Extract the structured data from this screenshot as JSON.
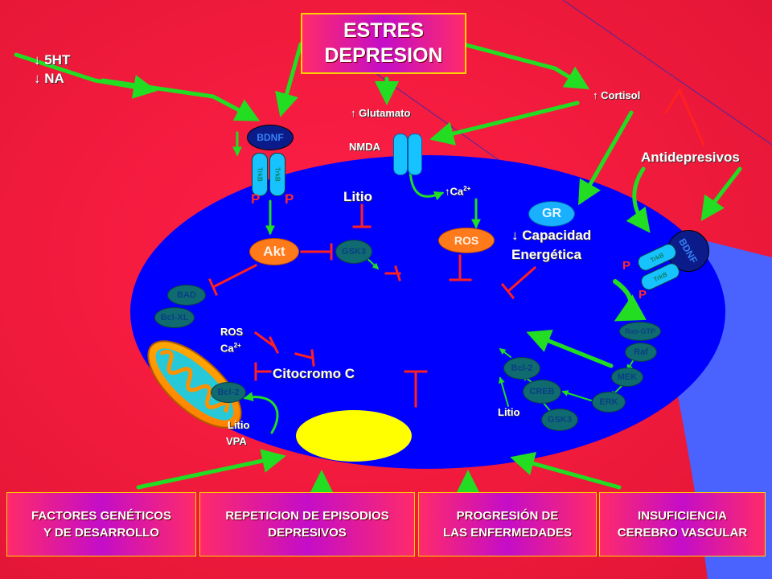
{
  "title": {
    "line1": "ESTRES",
    "line2": "DEPRESION"
  },
  "neuro": {
    "ht": "↓ 5HT",
    "na": "↓ NA"
  },
  "glutamato": "↑ Glutamato",
  "nmda": "NMDA",
  "cortisol": "↑ Cortisol",
  "antidepresivos": "Antidepresivos",
  "left_receptor": {
    "bdnf": "BDNF",
    "trk1": "TrkB",
    "trk2": "TrkB",
    "p1": "P",
    "p2": "P"
  },
  "right_receptor": {
    "bdnf": "BDNF",
    "trk1": "TrkB",
    "trk2": "TrkB",
    "p1": "P",
    "p2": "P"
  },
  "litio_top": "Litio",
  "ca_top": {
    "base": "Ca",
    "sup": "2+",
    "prefix": "↑"
  },
  "gr": "GR",
  "capacidad": {
    "line1": "↓ Capacidad",
    "line2": "Energética"
  },
  "ros_node": "ROS",
  "akt": "Akt",
  "gsk3_top": "GSK3",
  "bad": "BAD",
  "bcl_xl": "Bcl-XL",
  "ros_ca": {
    "ros": "ROS",
    "ca": "Ca",
    "sup": "2+"
  },
  "citocromo": "Citocromo C",
  "bcl2_mito": "Bcl-2",
  "litio_vpa": {
    "line1": "Litio",
    "line2": "VPA"
  },
  "cascade": {
    "rasgtp": "Ras-GTP",
    "raf": "Raf",
    "mek": "MEK",
    "erk": "ERK",
    "creb": "CREB",
    "bcl2": "Bcl-2",
    "gsk3": "GSK3"
  },
  "litio_bottom": "Litio",
  "footers": [
    {
      "line1": "FACTORES GENÉTICOS",
      "line2": "Y DE DESARROLLO"
    },
    {
      "line1": "REPETICION DE EPISODIOS",
      "line2": "DEPRESIVOS"
    },
    {
      "line1": "PROGRESIÓN DE",
      "line2": "LAS ENFERMEDADES"
    },
    {
      "line1": "INSUFICIENCIA",
      "line2": "CEREBRO VASCULAR"
    }
  ],
  "colors": {
    "background": "#f01a3c",
    "cell": "#0000ff",
    "arrow": "#22dd22",
    "inhibit": "#ff2020",
    "nucleus": "#ffff00"
  }
}
